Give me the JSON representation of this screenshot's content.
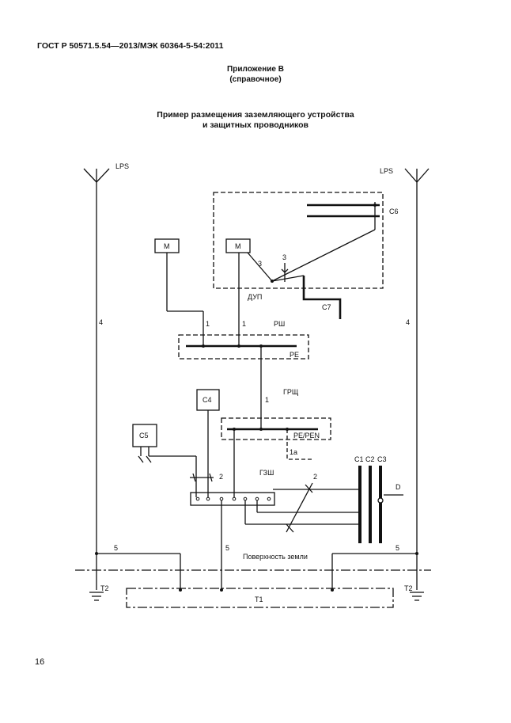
{
  "header": {
    "standard": "ГОСТ Р 50571.5.54—2013/МЭК 60364-5-54:2011"
  },
  "appendix": {
    "title": "Приложение В",
    "note": "(справочное)"
  },
  "figure": {
    "title_line1": "Пример размещения заземляющего устройства",
    "title_line2": "и защитных проводников",
    "labels": {
      "lps_left": "LPS",
      "lps_right": "LPS",
      "c6": "C6",
      "c7": "C7",
      "c4": "C4",
      "c5": "C5",
      "motor_left": "M",
      "motor_right": "M",
      "n3a": "3",
      "n3b": "3",
      "dup": "ДУП",
      "rsh": "РШ",
      "n1a": "1",
      "n1b": "1",
      "pe": "PE",
      "grsch": "ГРЩ",
      "n1c": "1",
      "pe_pen": "PE/PEN",
      "n1a_sub": "1a",
      "n2a": "2",
      "n2b": "2",
      "gzsh": "ГЗШ",
      "c1": "C1",
      "c2": "C2",
      "c3": "C3",
      "d": "D",
      "n4_left": "4",
      "n4_right": "4",
      "n5_left": "5",
      "n5_mid": "5",
      "n5_right": "5",
      "ground": "Поверхность земли",
      "t1": "T1",
      "t2_left": "T2",
      "t2_right": "T2"
    }
  },
  "page": {
    "number": "16"
  }
}
